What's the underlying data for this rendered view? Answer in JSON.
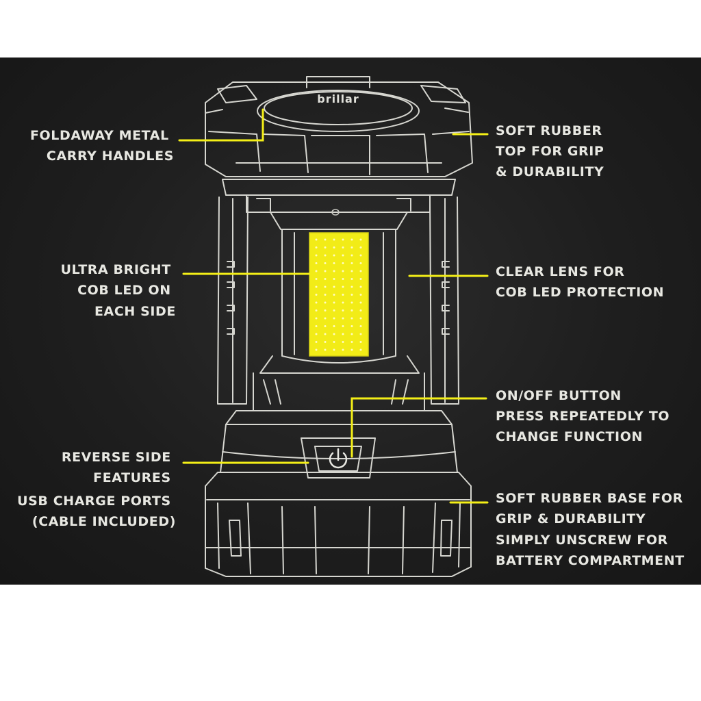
{
  "colors": {
    "background": "#1e1e1e",
    "outline": "#d6d6d0",
    "text": "#e8e8e2",
    "led": "#f4ef17",
    "leader": "#f4ef17",
    "page": "#ffffff"
  },
  "lantern": {
    "brand": "brillar",
    "power_icon": "power-icon"
  },
  "callouts": {
    "handles": {
      "lines": [
        "FOLDAWAY METAL",
        "CARRY HANDLES"
      ]
    },
    "top_rubber": {
      "lines": [
        "SOFT RUBBER",
        "TOP FOR GRIP",
        "& DURABILITY"
      ]
    },
    "led": {
      "lines": [
        "ULTRA BRIGHT",
        "COB LED ON",
        "EACH SIDE"
      ]
    },
    "lens": {
      "lines": [
        "CLEAR LENS FOR",
        "COB LED PROTECTION"
      ]
    },
    "button": {
      "lines": [
        "ON/OFF BUTTON",
        "PRESS REPEATEDLY TO",
        "CHANGE FUNCTION"
      ]
    },
    "reverse": {
      "lines": [
        "REVERSE SIDE",
        "FEATURES",
        "USB CHARGE PORTS",
        "(CABLE INCLUDED)"
      ]
    },
    "base": {
      "lines": [
        "SOFT RUBBER BASE FOR",
        "GRIP & DURABILITY",
        "SIMPLY UNSCREW FOR",
        "BATTERY COMPARTMENT"
      ]
    }
  }
}
